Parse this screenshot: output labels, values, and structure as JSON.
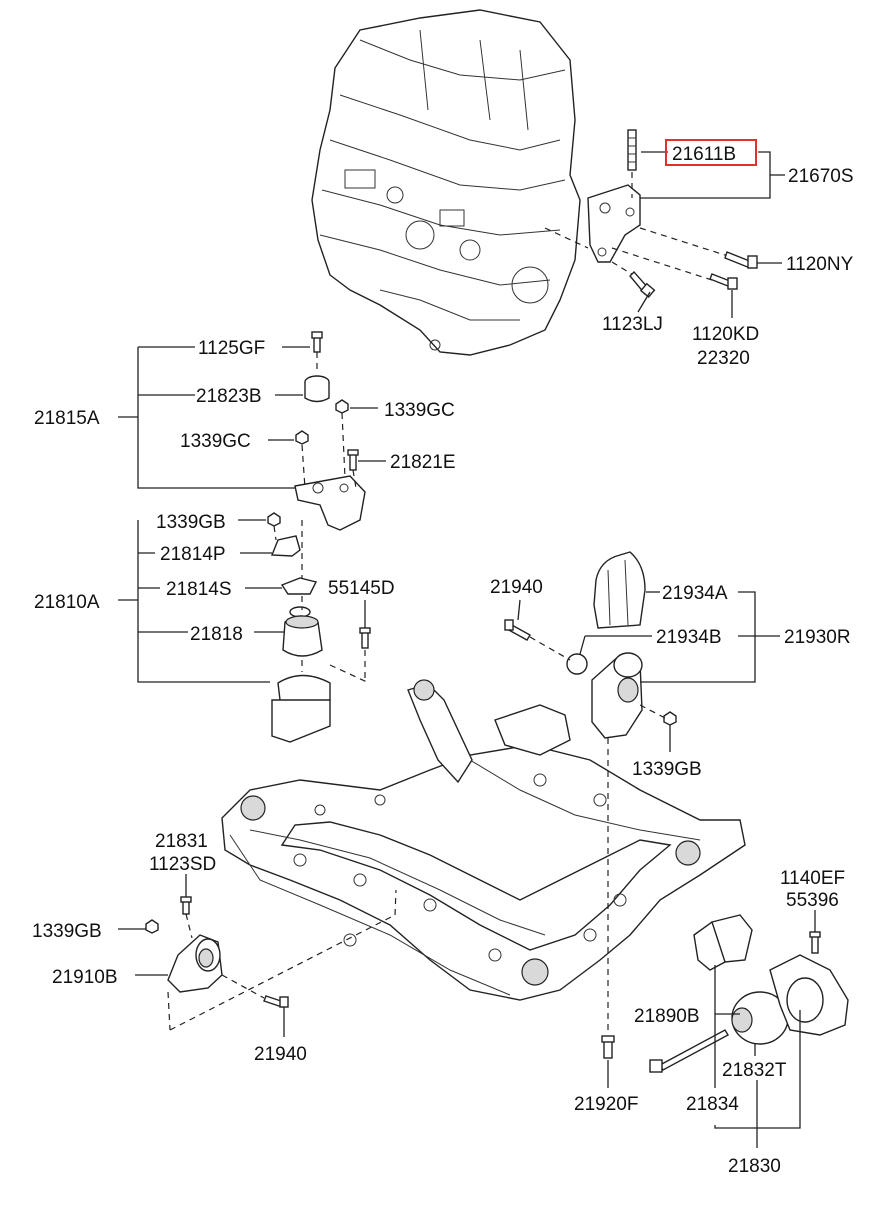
{
  "highlight_color": "#e2312b",
  "labels": {
    "p21611B": "21611B",
    "p21670S": "21670S",
    "p1120NY": "1120NY",
    "p1123LJ": "1123LJ",
    "p1120KD": "1120KD",
    "p22320": "22320",
    "p1125GF": "1125GF",
    "p21823B": "21823B",
    "p1339GC_a": "1339GC",
    "p21815A": "21815A",
    "p1339GC_b": "1339GC",
    "p21821E": "21821E",
    "p1339GB_a": "1339GB",
    "p21814P": "21814P",
    "p21810A": "21810A",
    "p21814S": "21814S",
    "p55145D": "55145D",
    "p21818": "21818",
    "p21940_a": "21940",
    "p21934A": "21934A",
    "p21934B": "21934B",
    "p21930R": "21930R",
    "p1339GB_b": "1339GB",
    "p21831": "21831",
    "p1123SD": "1123SD",
    "p1339GB_c": "1339GB",
    "p21910B": "21910B",
    "p21940_b": "21940",
    "p1140EF": "1140EF",
    "p55396": "55396",
    "p21890B": "21890B",
    "p21832T": "21832T",
    "p21920F": "21920F",
    "p21834": "21834",
    "p21830": "21830"
  }
}
